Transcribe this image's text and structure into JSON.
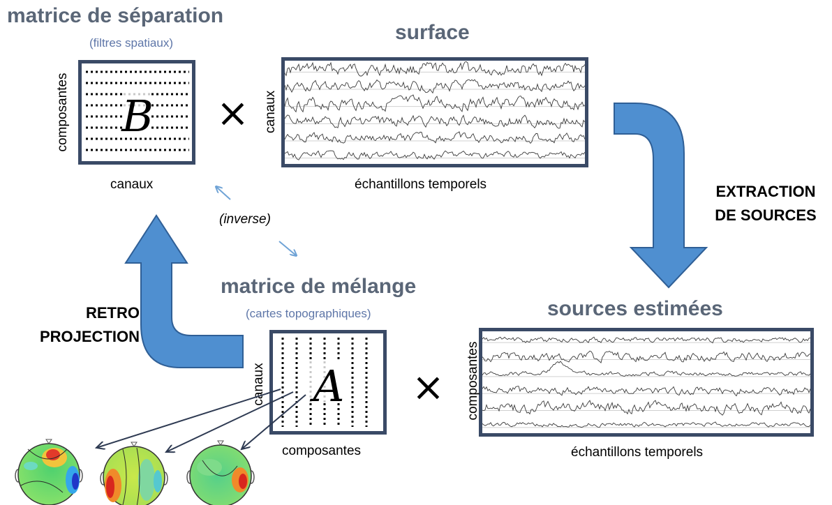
{
  "separation": {
    "title": "matrice de séparation",
    "subtitle": "(filtres spatiaux)",
    "letter": "B",
    "row_label": "composantes",
    "col_label": "canaux"
  },
  "surface": {
    "title": "surface",
    "row_label": "canaux",
    "col_label": "échantillons temporels"
  },
  "extraction": {
    "line1": "EXTRACTION",
    "line2": "DE SOURCES"
  },
  "inverse_label": "(inverse)",
  "mixing": {
    "title": "matrice de mélange",
    "subtitle": "(cartes topographiques)",
    "letter": "A",
    "row_label": "canaux",
    "col_label": "composantes"
  },
  "backprojection": {
    "line1": "RETRO",
    "line2": "PROJECTION"
  },
  "sources": {
    "title": "sources estimées",
    "row_label": "composantes",
    "col_label": "échantillons temporels"
  },
  "multiply_symbol": "×",
  "colors": {
    "title": "#5a6677",
    "subtitle": "#5e76a8",
    "box_border": "#3a4a66",
    "arrow_fill": "#4f8fd0",
    "arrow_stroke": "#2f5f96",
    "inverse_arrow": "#6fa3d6"
  }
}
